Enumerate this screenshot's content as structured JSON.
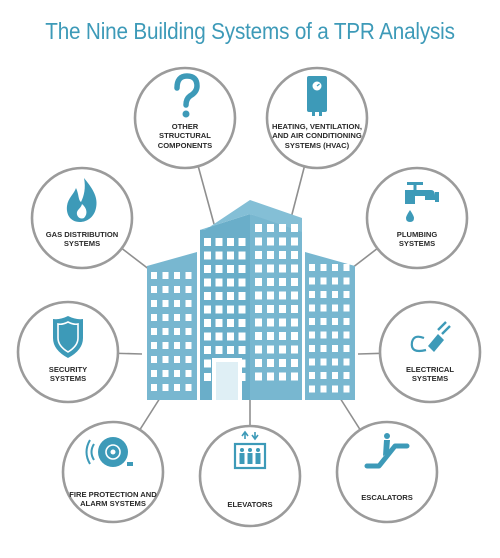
{
  "title": "The Nine Building Systems of a TPR Analysis",
  "colors": {
    "accent": "#3d9ab8",
    "building": "#78b7d0",
    "window": "#ffffff",
    "ring": "#9b9b9b",
    "line": "#8f8f8f"
  },
  "nodes": [
    {
      "id": "other-structural",
      "icon": "question-mark-icon",
      "lines": [
        "OTHER",
        "STRUCTURAL",
        "COMPONENTS"
      ]
    },
    {
      "id": "hvac",
      "icon": "hvac-unit-icon",
      "lines": [
        "HEATING, VENTILATION,",
        "AND AIR CONDITIONING",
        "SYSTEMS (HVAC)"
      ]
    },
    {
      "id": "gas",
      "icon": "flame-icon",
      "lines": [
        "GAS DISTRIBUTION",
        "SYSTEMS"
      ]
    },
    {
      "id": "plumbing",
      "icon": "faucet-icon",
      "lines": [
        "PLUMBING",
        "SYSTEMS"
      ]
    },
    {
      "id": "security",
      "icon": "shield-icon",
      "lines": [
        "SECURITY",
        "SYSTEMS"
      ]
    },
    {
      "id": "electrical",
      "icon": "plug-icon",
      "lines": [
        "ELECTRICAL",
        "SYSTEMS"
      ]
    },
    {
      "id": "fire",
      "icon": "alarm-bell-icon",
      "lines": [
        "FIRE PROTECTION AND",
        "ALARM SYSTEMS"
      ]
    },
    {
      "id": "elevators",
      "icon": "elevator-icon",
      "lines": [
        "ELEVATORS"
      ]
    },
    {
      "id": "escalators",
      "icon": "escalator-icon",
      "lines": [
        "ESCALATORS"
      ]
    }
  ]
}
